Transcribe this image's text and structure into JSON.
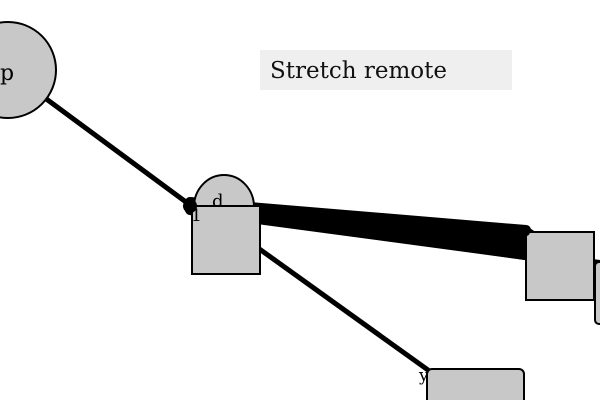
{
  "caption": {
    "text": "Stretch remote"
  },
  "nodes": {
    "top_left_circle": {
      "label": "p"
    },
    "center_semicircle": {
      "label": "d"
    },
    "center_box": {
      "label": "1"
    },
    "right_box": {
      "label": ""
    },
    "bottom_box": {
      "label": "y"
    }
  },
  "colors": {
    "node_fill": "#c8c8c8",
    "edge": "#000000",
    "caption_bg": "#efefef"
  }
}
